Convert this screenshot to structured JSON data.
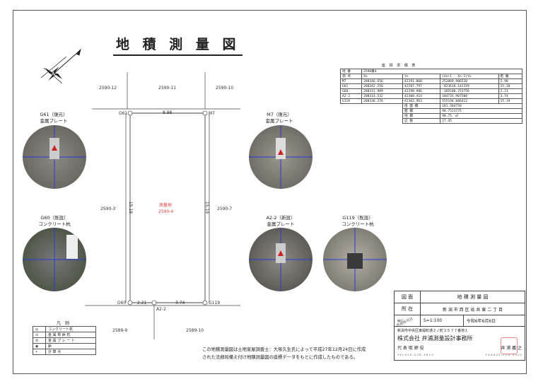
{
  "document": {
    "title": "地 積 測 量 図",
    "parcels": {
      "top_left": "2590-12",
      "top_mid": "2590-11",
      "top_right": "2590-10",
      "mid_left": "2590-3",
      "mid_right": "2590-7",
      "bottom_left": "2589-9",
      "bottom_right": "2589-10",
      "subject_label": "測量地",
      "subject_number": "2590-4"
    },
    "points": {
      "g61": "G61",
      "m7": "M7",
      "g60": "G60",
      "a2_2": "A2-2",
      "g119": "G119"
    },
    "distances": {
      "top": "8.98",
      "left": "15.18",
      "right": "15.19",
      "bottom_left": "2.21",
      "bottom_right": "3.74"
    },
    "photos": [
      {
        "caption1": "G61（復元）",
        "caption2": "金属プレート"
      },
      {
        "caption1": "M7（復元）",
        "caption2": "金属プレート"
      },
      {
        "caption1": "G60（既設）",
        "caption2": "コンクリート杭"
      },
      {
        "caption1": "A2-2（新設）",
        "caption2": "金属プレート"
      },
      {
        "caption1": "G119（既設）",
        "caption2": "コンクリート杭"
      }
    ],
    "area_table": {
      "title": "座 標 求 積 表",
      "lot_label": "地 番",
      "lot_value": "2590番4",
      "headers": [
        "測 点",
        "Xn",
        "Yn",
        "(Xn+1 - Xn-1)Yn",
        "距 離"
      ],
      "rows": [
        [
          "M7",
          "208346.656",
          "42291.860",
          "252869.906520",
          "5.98"
        ],
        [
          "G61",
          "208342.258",
          "42287.797",
          "-823618.142359",
          "15.18"
        ],
        [
          "G60",
          "208331.909",
          "42298.906",
          "-369100.253756",
          "2.21"
        ],
        [
          "A2-2",
          "208333.532",
          "42300.414",
          "184735.907508",
          "3.74"
        ],
        [
          "G119",
          "208336.276",
          "42302.963",
          "555194.086412",
          "15.19"
        ]
      ],
      "summary": [
        [
          "倍 面 積",
          "181.504758"
        ],
        [
          "面 積",
          "90.7523775"
        ],
        [
          "地 積",
          "90.75　㎡"
        ],
        [
          "辺 数",
          "27.45"
        ]
      ]
    },
    "legend": {
      "title": "凡 例",
      "items": [
        "コンクリート杭",
        "金 属 標 鋲 杭",
        "金 属 プ レ ー ト",
        "鋲",
        "計 算 点"
      ]
    },
    "note_line1": "この地積測量図は土地家屋調査士：大塚久生氏によって平成27年12月24日に作成",
    "note_line2": "された法務局備え付け地積測量図の座標データをもとに作成したものである。",
    "title_block": {
      "fig_label": "図 面",
      "fig_value": "地 積 測 量 図",
      "loc_label": "所 在",
      "loc_value": "新 潟 市 西 区 坂 井 東 二 丁 目",
      "scale": "S=1:100",
      "date": "令和6年6月6日",
      "stamp_label": "縮尺",
      "stamp_date": "作成年月日",
      "address": "新潟市中央区東堀町通２ノ町２５７７番地１",
      "company": "株式会社 井浦測量設計事務所",
      "rep_title": "代 表 取 締 役",
      "rep_name": "井 浦 義 之",
      "tel": "T E L 0 2 5 - 2 2 8 - 4 6 1 0",
      "fax": "F A X 0 2 5 - 2 2 9 - 0 3 1 2"
    }
  }
}
